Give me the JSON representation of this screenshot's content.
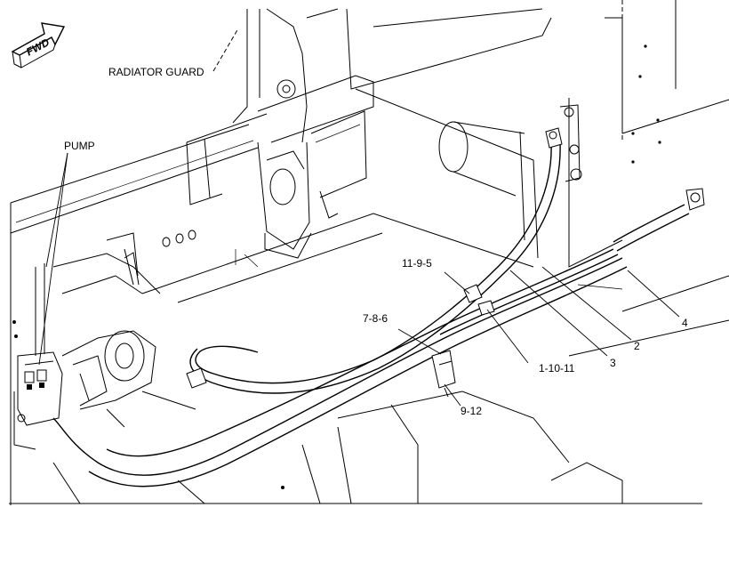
{
  "fwd_label": "FWD",
  "labels": {
    "radiator_guard": "RADIATOR GUARD",
    "pump": "PUMP",
    "callout_11_9_5": "11-9-5",
    "callout_7_8_6": "7-8-6",
    "callout_1_10_11": "1-10-11",
    "callout_9_12": "9-12",
    "callout_2": "2",
    "callout_3": "3",
    "callout_4": "4"
  },
  "colors": {
    "line": "#000000",
    "background": "#ffffff"
  },
  "icons": [
    "fwd-arrow-icon"
  ]
}
